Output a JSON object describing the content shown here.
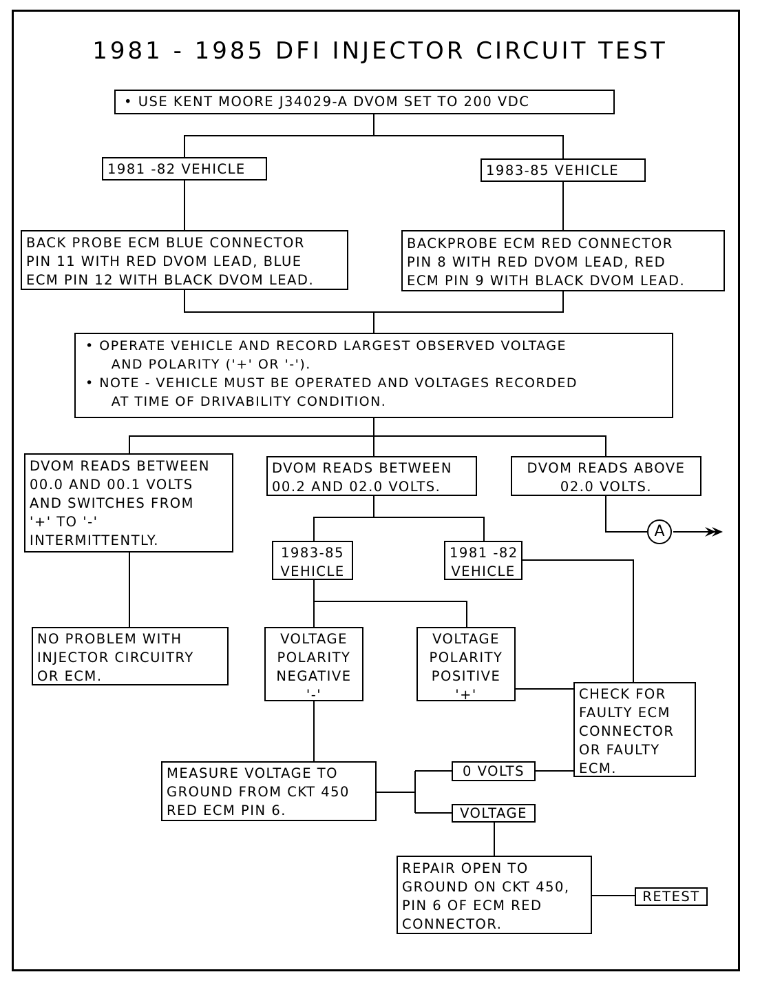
{
  "title": "1981 - 1985 DFI INJECTOR CIRCUIT TEST",
  "nodes": {
    "dvom_setup": "• USE KENT MOORE J34029-A DVOM SET TO 200 VDC",
    "veh_8182": "1981 -82 VEHICLE",
    "veh_8385": "1983-85 VEHICLE",
    "probe_blue": "BACK PROBE ECM BLUE CONNECTOR\nPIN 11 WITH RED DVOM LEAD, BLUE\nECM PIN 12 WITH BLACK DVOM LEAD.",
    "probe_red": "BACKPROBE ECM RED CONNECTOR\nPIN 8 WITH RED DVOM LEAD, RED\nECM PIN 9 WITH BLACK DVOM LEAD.",
    "operate": "• OPERATE VEHICLE AND RECORD LARGEST OBSERVED VOLTAGE\n     AND POLARITY ('+' OR '-').\n• NOTE - VEHICLE MUST BE OPERATED AND VOLTAGES RECORDED\n     AT TIME OF DRIVABILITY CONDITION.",
    "reads_low": "DVOM READS BETWEEN\n00.0 AND 00.1 VOLTS\nAND SWITCHES FROM\n'+' TO '-'\nINTERMITTENTLY.",
    "reads_mid": "DVOM READS BETWEEN\n00.2 AND 02.0 VOLTS.",
    "reads_high": "DVOM READS ABOVE\n02.0 VOLTS.",
    "connector_a": "A",
    "veh_8385_b": "1983-85\nVEHICLE",
    "veh_8182_b": "1981 -82\nVEHICLE",
    "no_problem": "NO PROBLEM WITH\nINJECTOR CIRCUITRY\nOR ECM.",
    "polarity_neg": "VOLTAGE\nPOLARITY\nNEGATIVE\n'-'",
    "polarity_pos": "VOLTAGE\nPOLARITY\nPOSITIVE\n'+'",
    "check_faulty": "CHECK FOR\nFAULTY ECM\nCONNECTOR\nOR FAULTY\nECM.",
    "measure": "MEASURE VOLTAGE TO\nGROUND FROM CKT 450\nRED ECM PIN 6.",
    "zero_volts": "0 VOLTS",
    "voltage": "VOLTAGE",
    "repair": "REPAIR OPEN TO\nGROUND ON CKT 450,\nPIN 6 OF ECM RED\nCONNECTOR.",
    "retest": "RETEST"
  }
}
